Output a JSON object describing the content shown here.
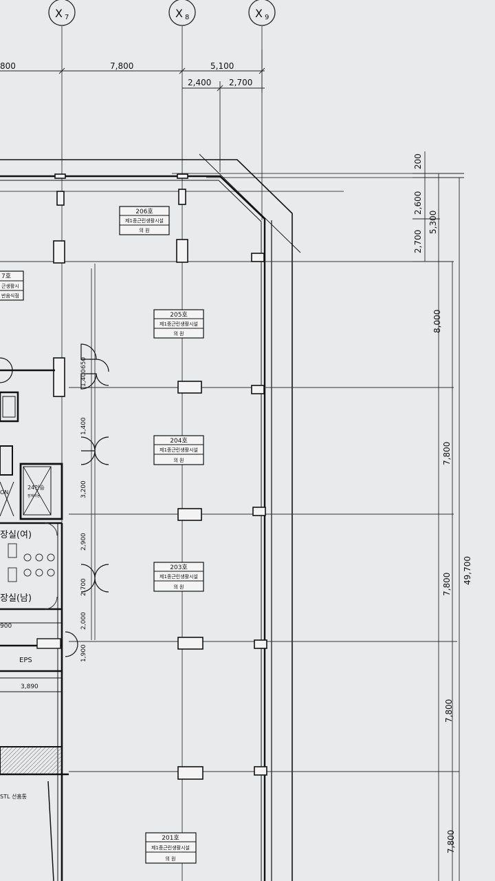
{
  "grid_bubbles": [
    {
      "label": "X",
      "sub": "7"
    },
    {
      "label": "X",
      "sub": "8"
    },
    {
      "label": "X",
      "sub": "9"
    }
  ],
  "top_dimensions": {
    "span_partial": "800",
    "span_x7_x8": "7,800",
    "span_x8_x9": "5,100",
    "sub_a": "2,400",
    "sub_b": "2,700"
  },
  "right_dimensions": {
    "d1": "200",
    "d2": "2,600",
    "d3": "2,700",
    "d_total_top": "5,300",
    "d4": "8,000",
    "d5": "7,800",
    "d6": "7,800",
    "d7": "7,800",
    "d8": "7,800",
    "overall": "49,700"
  },
  "inner_dimensions": {
    "a": "650",
    "b": "1,400",
    "c": "1,400",
    "d": "3,200",
    "e": "2,900",
    "f": "2,700",
    "g": "2,000",
    "h": "1,900",
    "i": "900",
    "j": "3,890"
  },
  "rooms": [
    {
      "number": "206호",
      "use": "제1종근린생활시설",
      "type": "의 원"
    },
    {
      "number": "205호",
      "use": "제1종근린생활시설",
      "type": "의 원"
    },
    {
      "number": "204호",
      "use": "제1종근린생활시설",
      "type": "의 원"
    },
    {
      "number": "203호",
      "use": "제1종근린생활시설",
      "type": "의 원"
    },
    {
      "number": "201호",
      "use": "제1종근린생활시설",
      "type": "의 원"
    }
  ],
  "left_room": {
    "line1": "7호",
    "line2": "근생활시",
    "line3": "반음식점"
  },
  "labels": {
    "toilet_female": "장실(여)",
    "toilet_male": "장실(남)",
    "eps": "EPS",
    "elevator": "24인승",
    "elevator_sub": "장애자용",
    "stair_note": "STL 선홈통",
    "on": "ON"
  }
}
